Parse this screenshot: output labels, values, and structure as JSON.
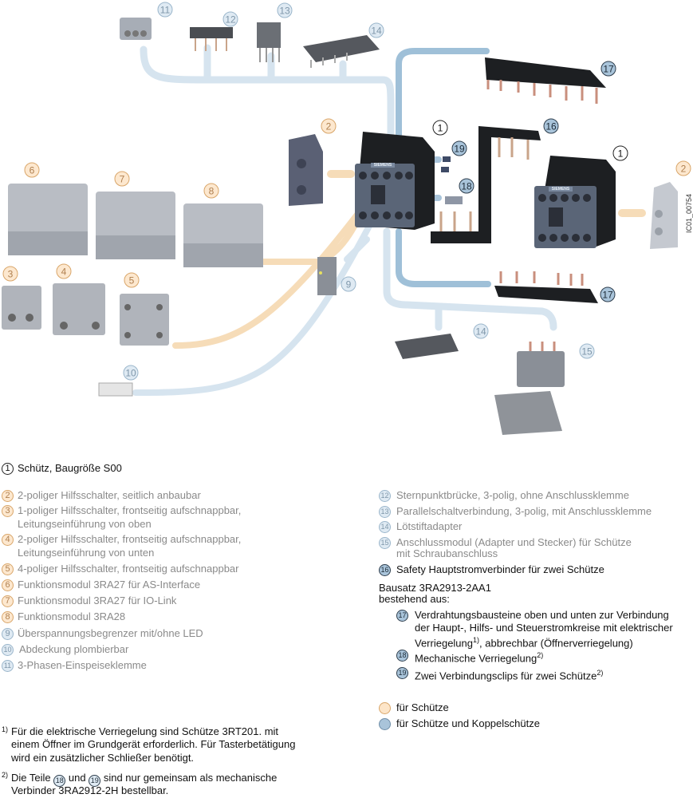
{
  "colors": {
    "for_contactors": "#fde5c8",
    "for_contactors_and_coupling": "#a9c4da",
    "dark_component": "#1d1f22",
    "contactor_front": "#5a6577",
    "image_id_label": "IC01_00754"
  },
  "callouts": [
    "11",
    "12",
    "13",
    "14",
    "17",
    "16",
    "1",
    "2",
    "19",
    "18",
    "1",
    "2",
    "6",
    "7",
    "8",
    "3",
    "4",
    "5",
    "9",
    "17",
    "14",
    "15",
    "10"
  ],
  "image_code": "IC01_00754",
  "brand_label": "SIEMENS",
  "legend": {
    "left": [
      {
        "num": "1",
        "text": "Schütz, Baugröße S00"
      },
      {
        "num": "2",
        "text": "2-poliger Hilfsschalter, seitlich anbaubar"
      },
      {
        "num": "3",
        "text": "1-poliger Hilfsschalter, frontseitig aufschnappbar,",
        "text2": "Leitungseinführung von oben"
      },
      {
        "num": "4",
        "text": "2-poliger Hilfsschalter, frontseitig aufschnappbar,",
        "text2": "Leitungseinführung von unten"
      },
      {
        "num": "5",
        "text": "4-poliger Hilfsschalter, frontseitig aufschnappbar"
      },
      {
        "num": "6",
        "text": "Funktionsmodul 3RA27 für AS-Interface"
      },
      {
        "num": "7",
        "text": "Funktionsmodul 3RA27 für IO-Link"
      },
      {
        "num": "8",
        "text": "Funktionsmodul 3RA28"
      },
      {
        "num": "9",
        "text": "Überspannungsbegrenzer mit/ohne LED"
      },
      {
        "num": "10",
        "text": "Abdeckung plombierbar"
      },
      {
        "num": "11",
        "text": "3-Phasen-Einspeiseklemme"
      }
    ],
    "right": [
      {
        "num": "12",
        "text": "Sternpunktbrücke, 3-polig, ohne Anschlussklemme"
      },
      {
        "num": "13",
        "text": "Parallelschaltverbindung, 3-polig, mit Anschlussklemme"
      },
      {
        "num": "14",
        "text": "Lötstiftadapter"
      },
      {
        "num": "15",
        "text": "Anschlussmodul (Adapter und Stecker) für Schütze",
        "text2": "mit Schraubanschluss"
      },
      {
        "num": "16",
        "text": "Safety Hauptstromverbinder für zwei Schütze"
      }
    ],
    "kit_title": "Bausatz 3RA2913-2AA1",
    "kit_subtitle": "bestehend aus:",
    "kit": [
      {
        "num": "17",
        "text": "Verdrahtungsbausteine oben und unten zur Verbindung",
        "text2": "der Haupt-, Hilfs- und Steuerstromkreise mit elektrischer",
        "text3a": "Verriegelung",
        "sup": "1)",
        "text3b": ", abbrechbar (Öffnerverriegelung)"
      },
      {
        "num": "18",
        "text": "Mechanische Verriegelung",
        "sup": "2)"
      },
      {
        "num": "19",
        "text": "Zwei Verbindungsclips für zwei Schütze",
        "sup": "2)"
      }
    ],
    "key": [
      {
        "text": "für Schütze"
      },
      {
        "text": "für Schütze und Koppelschütze"
      }
    ]
  },
  "footnotes": [
    {
      "mark": "1)",
      "lines": [
        "Für die elektrische Verriegelung sind Schütze 3RT201. mit",
        "einem Öffner im Grundgerät erforderlich. Für Tasterbetätigung",
        "wird ein zusätzlicher Schließer benötigt."
      ]
    },
    {
      "mark": "2)",
      "pre": "Die Teile",
      "n1": "18",
      "mid": "und",
      "n2": "19",
      "post": "sind nur gemeinsam als mechanische",
      "line2": "Verbinder 3RA2912-2H bestellbar."
    }
  ]
}
